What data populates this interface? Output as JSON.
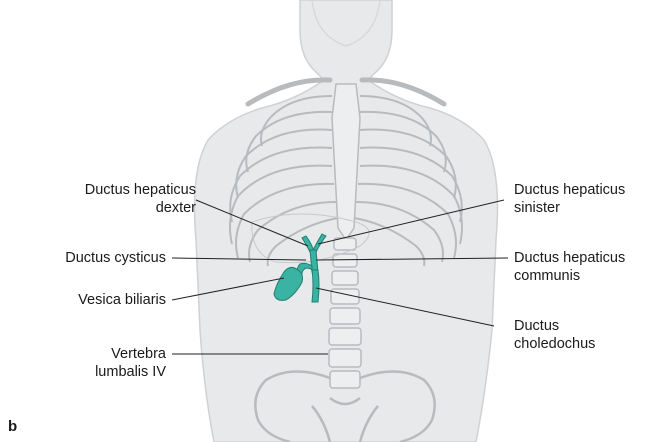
{
  "panel_letter": "b",
  "colors": {
    "body_fill": "#e8e9ea",
    "body_outline": "#cfd1d3",
    "bone_stroke": "#b8bbbe",
    "duct_teal": "#3ab3a3",
    "duct_outline": "#1f7f73",
    "leader_line": "#222222"
  },
  "labels": {
    "ductus_hepaticus_dexter": {
      "line1": "Ductus hepaticus",
      "line2": "dexter"
    },
    "ductus_cysticus": {
      "line1": "Ductus cysticus"
    },
    "vesica_biliaris": {
      "line1": "Vesica biliaris"
    },
    "vertebra_lumbalis_iv": {
      "line1": "Vertebra",
      "line2": "lumbalis IV"
    },
    "ductus_hepaticus_sinister": {
      "line1": "Ductus hepaticus",
      "line2": "sinister"
    },
    "ductus_hepaticus_communis": {
      "line1": "Ductus hepaticus",
      "line2": "communis"
    },
    "ductus_choledochus": {
      "line1": "Ductus",
      "line2": "choledochus"
    }
  }
}
